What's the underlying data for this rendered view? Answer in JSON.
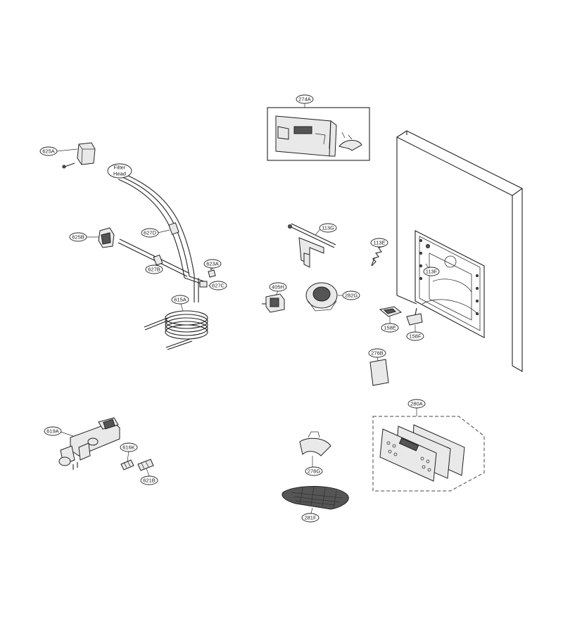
{
  "diagram": {
    "labels": {
      "p274A": "274A",
      "p625A": "625A",
      "filter_head_line1": "Filter",
      "filter_head_line2": "Head",
      "p627D": "627D",
      "p625B": "625B",
      "p627B": "627B",
      "p623A": "623A",
      "p627C": "627C",
      "p615A": "615A",
      "p113G": "113G",
      "p113E": "113E",
      "p113F": "113F",
      "p405H": "405H",
      "p282G": "282G",
      "p158E": "158E",
      "p158F": "158F",
      "p276B": "276B",
      "p280A": "280A",
      "p619A": "619A",
      "p616K": "616K",
      "p621B": "621B",
      "p278G": "278G",
      "p281F": "281F"
    }
  }
}
